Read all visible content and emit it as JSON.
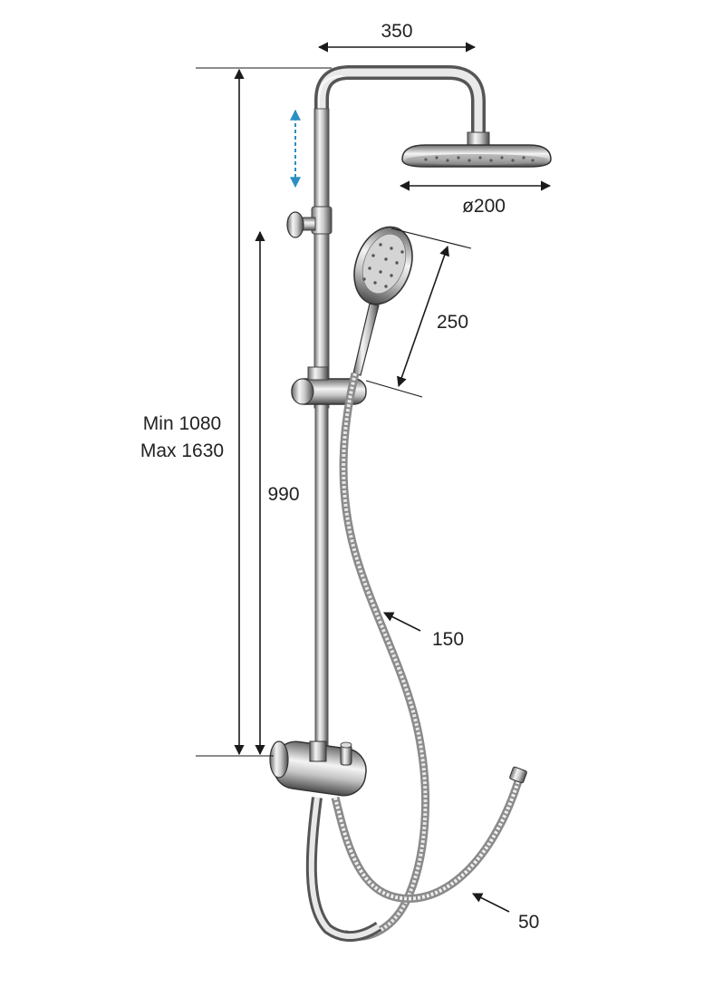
{
  "diagram": {
    "labels": {
      "arm_length": "350",
      "head_diameter": "ø200",
      "hand_shower": "250",
      "height_min": "Min 1080",
      "height_max": "Max 1630",
      "holder_height": "990",
      "hose_length": "150",
      "connection": "50"
    },
    "colors": {
      "line": "#1a1a1a",
      "chrome_dark": "#5a5a5a",
      "chrome_light": "#f2f2f2",
      "adjust_arrow": "#2a8fc4"
    },
    "icons": {
      "adjust": "double-arrow-vertical-icon"
    }
  }
}
